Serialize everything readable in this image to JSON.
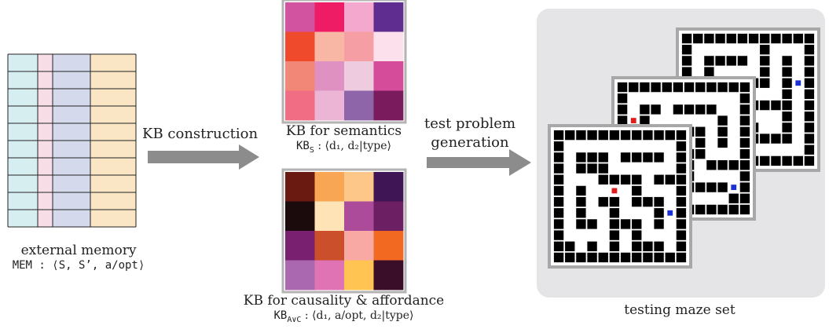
{
  "memory": {
    "title": "external memory",
    "formula": "MEM : ⟨S, S’, a/opt⟩",
    "rows": 10,
    "column_colors": [
      "#d6eef0",
      "#f6dde6",
      "#d5d9ec",
      "#fae5c4"
    ]
  },
  "arrows": {
    "kb_construction": "KB construction",
    "test_line1": "test problem",
    "test_line2": "generation",
    "color": "#8c8c8c"
  },
  "kb_semantics": {
    "title": "KB for semantics",
    "formula_prefix": "KB",
    "formula_sub": "S",
    "formula_rest": " : ⟨d₁, d₂|type⟩",
    "grid": [
      [
        "#d2539f",
        "#ee1c64",
        "#f5a8cd",
        "#5f2c90"
      ],
      [
        "#f04a2d",
        "#f8b6a4",
        "#f59fa4",
        "#fce1ec"
      ],
      [
        "#f28777",
        "#df92c2",
        "#eecbdf",
        "#d54d9a"
      ],
      [
        "#f16d83",
        "#ecb4d5",
        "#8e65a9",
        "#7a1b5d"
      ]
    ]
  },
  "kb_causality": {
    "title": "KB for causality & affordance",
    "formula_prefix": "KB",
    "formula_sub": "A∨C",
    "formula_rest": " : ⟨d₁, a/opt, d₂|type⟩",
    "grid": [
      [
        "#6b1a12",
        "#f8a653",
        "#fcc788",
        "#3f1556"
      ],
      [
        "#1b0b0c",
        "#fee3b7",
        "#ad4b9b",
        "#6c1f63"
      ],
      [
        "#7a2070",
        "#cb4f2a",
        "#f8a9a3",
        "#f26a22"
      ],
      [
        "#a968b0",
        "#e073b3",
        "#ffc452",
        "#3a0e29"
      ]
    ]
  },
  "maze": {
    "caption": "testing maze set",
    "panel_color": "#e5e5e7",
    "start_color": "#e21c1c",
    "goal_color": "#1a2fd6"
  }
}
